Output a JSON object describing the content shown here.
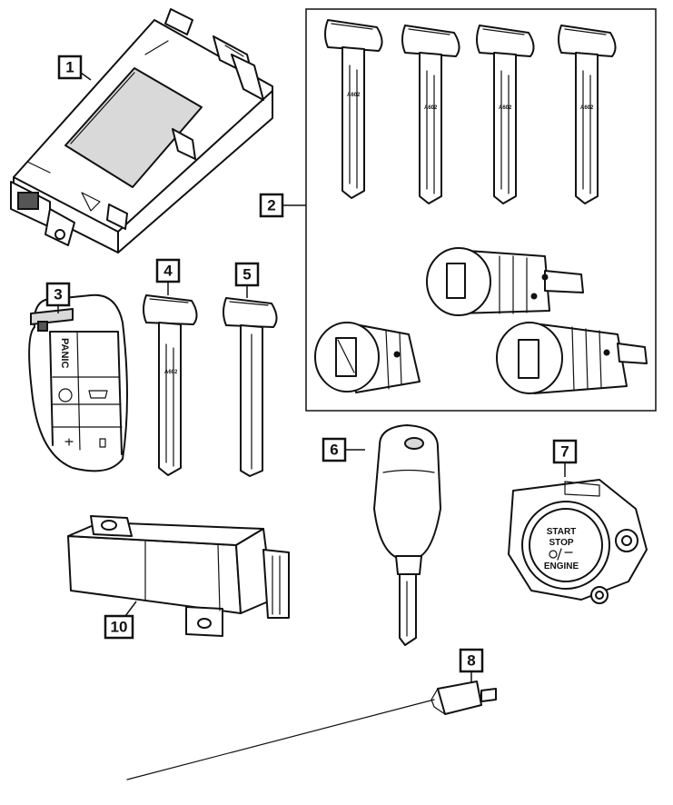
{
  "callouts": {
    "c1": "1",
    "c2": "2",
    "c3": "3",
    "c4": "4",
    "c5": "5",
    "c6": "6",
    "c7": "7",
    "c8": "8",
    "c10": "10"
  },
  "fob": {
    "panic": "PANIC"
  },
  "blade": {
    "stamp": "A602"
  },
  "start_button": {
    "line1": "START",
    "line2": "STOP",
    "line3": "ENGINE"
  }
}
